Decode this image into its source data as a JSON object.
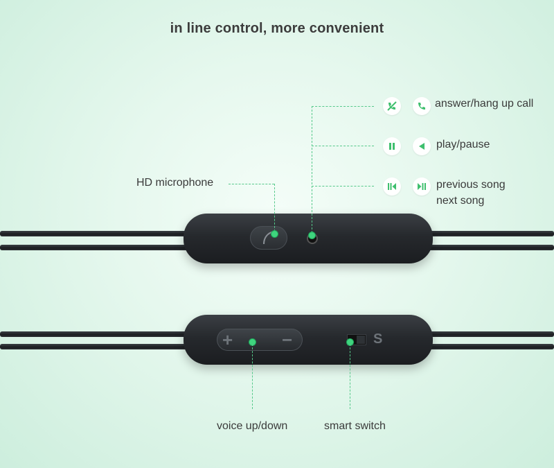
{
  "title": "in line control, more convenient",
  "features": {
    "call": "answer/hang up call",
    "play": "play/pause",
    "song_prev": "previous song",
    "song_next": "next song",
    "microphone": "HD microphone",
    "volume": "voice up/down",
    "switch": "smart switch"
  },
  "remote_marks": {
    "plus": "+",
    "minus": "−",
    "switch_letter": "S"
  },
  "icons": [
    "hang-up-icon",
    "answer-call-icon",
    "pause-icon",
    "play-icon",
    "previous-song-icon",
    "next-song-icon"
  ],
  "colors": {
    "accent": "#3fbf6e",
    "dash": "#55c98a",
    "text": "#3a3a3a"
  }
}
